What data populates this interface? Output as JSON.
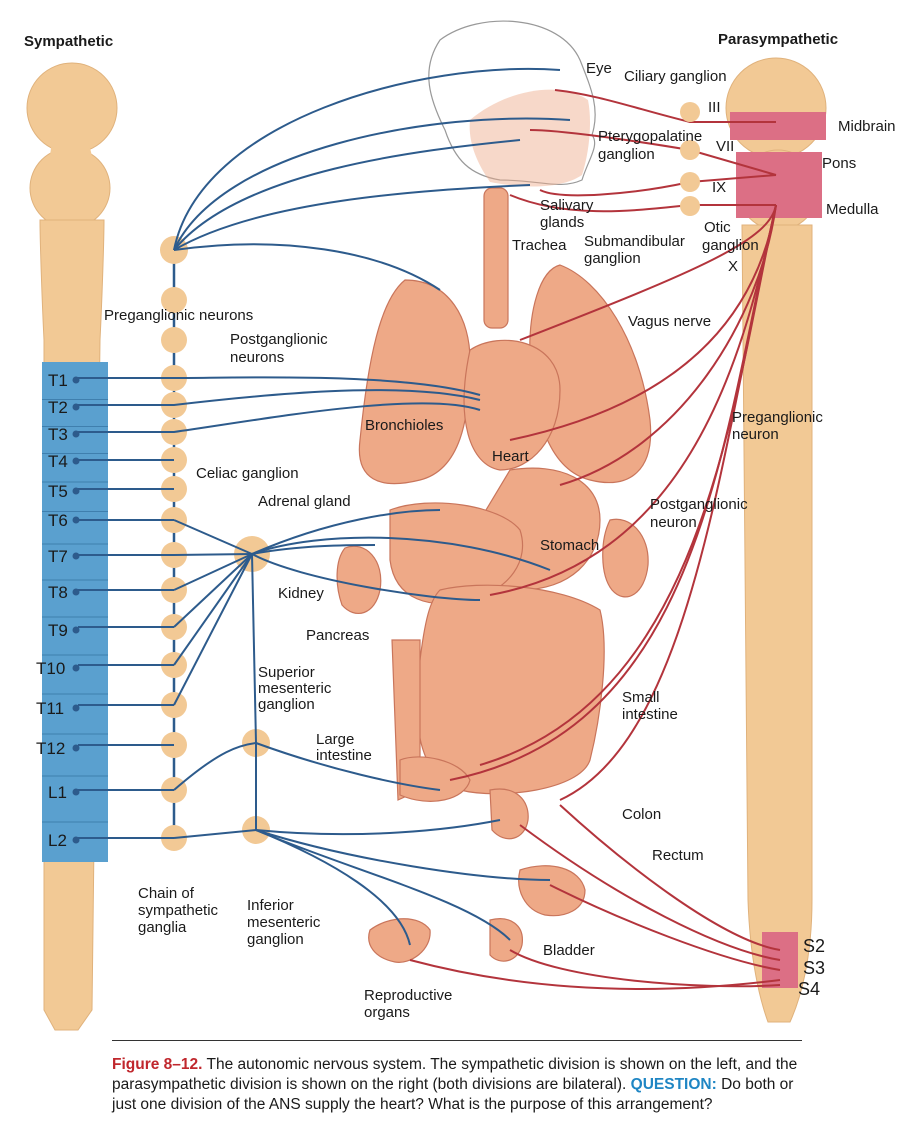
{
  "headings": {
    "sympathetic": "Sympathetic",
    "parasympathetic": "Parasympathetic"
  },
  "vertebrae": [
    "T1",
    "T2",
    "T3",
    "T4",
    "T5",
    "T6",
    "T7",
    "T8",
    "T9",
    "T10",
    "T11",
    "T12",
    "L1",
    "L2"
  ],
  "brain_regions": {
    "midbrain": "Midbrain",
    "pons": "Pons",
    "medulla": "Medulla"
  },
  "cranial_nerves": {
    "iii": "III",
    "vii": "VII",
    "ix": "IX",
    "x": "X"
  },
  "sacral": [
    "S2",
    "S3",
    "S4"
  ],
  "labels": {
    "eye": "Eye",
    "ciliary_ganglion": "Ciliary ganglion",
    "pterygopalatine_ganglion_1": "Pterygopalatine",
    "pterygopalatine_ganglion_2": "ganglion",
    "salivary_glands_1": "Salivary",
    "salivary_glands_2": "glands",
    "otic_ganglion_1": "Otic",
    "otic_ganglion_2": "ganglion",
    "trachea": "Trachea",
    "submandibular_ganglion_1": "Submandibular",
    "submandibular_ganglion_2": "ganglion",
    "vagus_nerve": "Vagus nerve",
    "preganglionic_neurons": "Preganglionic neurons",
    "postganglionic_neurons_1": "Postganglionic",
    "postganglionic_neurons_2": "neurons",
    "preganglionic_neuron_1": "Preganglionic",
    "preganglionic_neuron_2": "neuron",
    "bronchioles": "Bronchioles",
    "heart": "Heart",
    "celiac_ganglion": "Celiac ganglion",
    "adrenal_gland": "Adrenal gland",
    "postganglionic_neuron_1": "Postganglionic",
    "postganglionic_neuron_2": "neuron",
    "stomach": "Stomach",
    "kidney": "Kidney",
    "pancreas": "Pancreas",
    "superior_mesenteric_1": "Superior",
    "superior_mesenteric_2": "mesenteric",
    "superior_mesenteric_3": "ganglion",
    "small_intestine_1": "Small",
    "small_intestine_2": "intestine",
    "large_intestine_1": "Large",
    "large_intestine_2": "intestine",
    "colon": "Colon",
    "rectum": "Rectum",
    "chain_1": "Chain of",
    "chain_2": "sympathetic",
    "chain_3": "ganglia",
    "inferior_mesenteric_1": "Inferior",
    "inferior_mesenteric_2": "mesenteric",
    "inferior_mesenteric_3": "ganglion",
    "bladder": "Bladder",
    "reproductive_1": "Reproductive",
    "reproductive_2": "organs"
  },
  "caption": {
    "figure": "Figure 8–12.",
    "text": " The autonomic nervous system. The sympathetic division is shown on the left, and the parasympathetic division is shown on the right (both divisions are bilateral). ",
    "question_label": "QUESTION:",
    "question": " Do both or just one division of the ANS supply the heart? What is the purpose of this arrangement?"
  },
  "colors": {
    "spine": "#f2c995",
    "thoracic_band": "#5aa0cf",
    "brainstem_band": "#dc6f85",
    "organ": "#eea987",
    "sympathetic_nerve": "#2d5b8c",
    "parasympathetic_nerve": "#b3343c",
    "caption_red": "#c0272d",
    "caption_blue": "#1f86c4"
  }
}
